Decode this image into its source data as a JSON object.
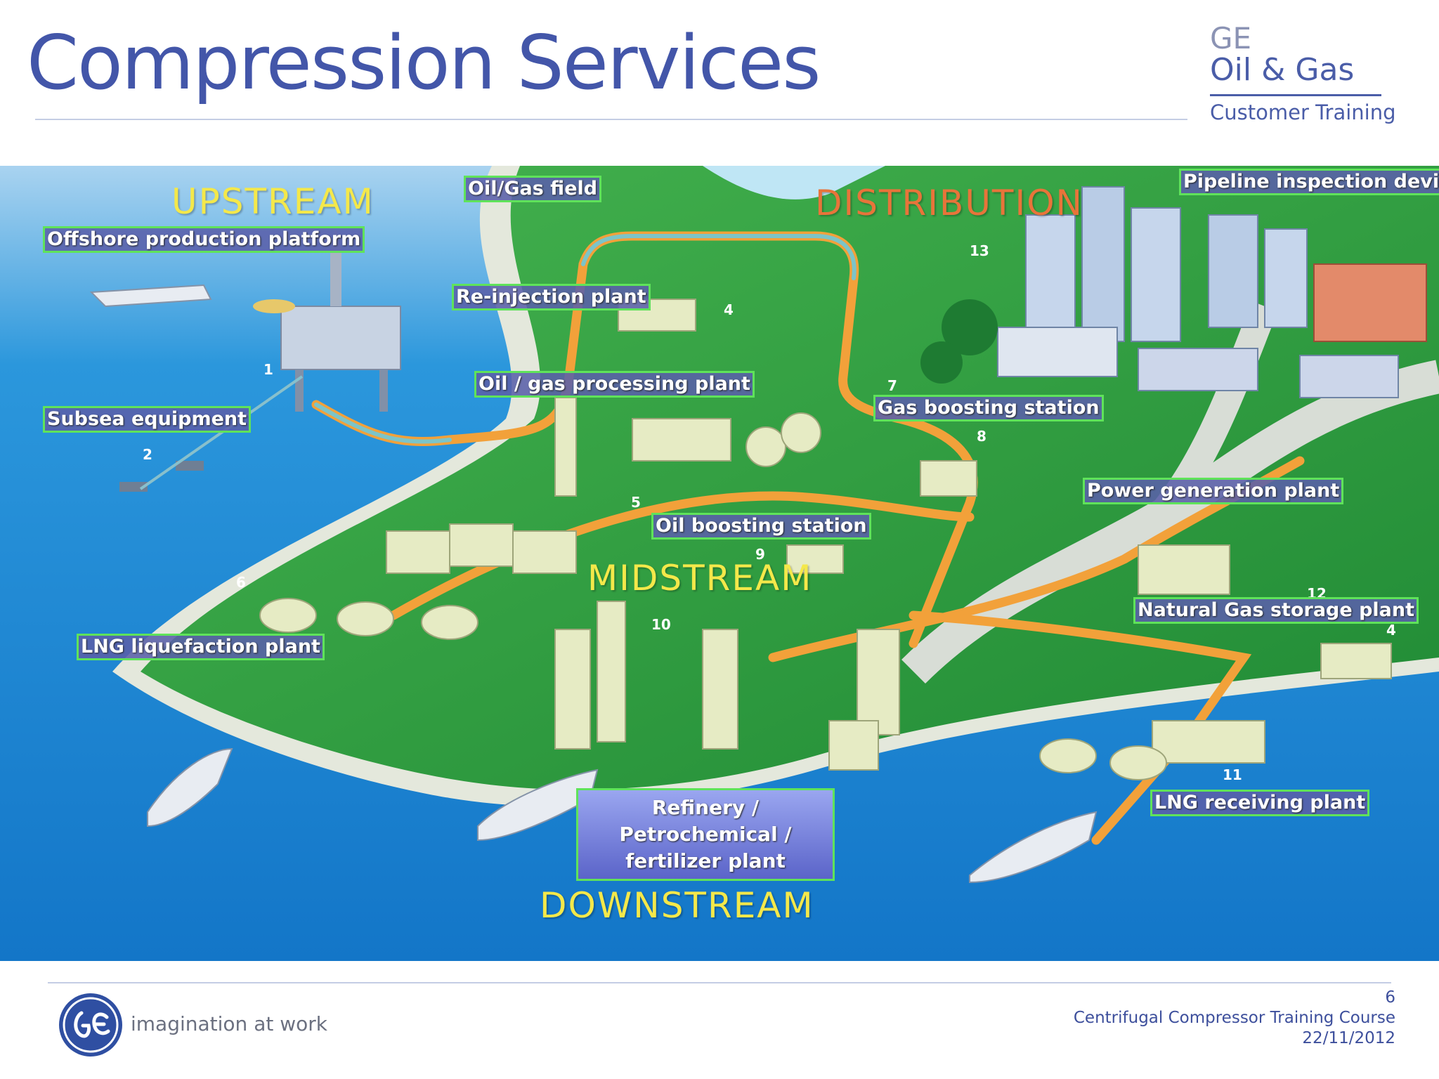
{
  "header": {
    "title": "Compression Services",
    "brand_ge": "GE",
    "brand_division": "Oil & Gas",
    "brand_unit": "Customer Training"
  },
  "zones": {
    "upstream": "UPSTREAM",
    "distribution": "DISTRIBUTION",
    "midstream": "MIDSTREAM",
    "downstream": "DOWNSTREAM"
  },
  "labels": {
    "offshore_platform": "Offshore production platform",
    "oil_gas_field": "Oil/Gas field",
    "pipeline_inspection": "Pipeline inspection device",
    "reinjection_plant": "Re-injection plant",
    "processing_plant": "Oil / gas processing plant",
    "gas_boosting": "Gas boosting station",
    "subsea_equipment": "Subsea equipment",
    "power_generation": "Power generation plant",
    "oil_boosting": "Oil boosting station",
    "ng_storage": "Natural Gas storage plant",
    "lng_liquefaction": "LNG liquefaction plant",
    "refinery": "Refinery / Petrochemical / fertilizer plant",
    "lng_receiving": "LNG receiving plant"
  },
  "map_numbers": [
    "1",
    "2",
    "4",
    "5",
    "6",
    "7",
    "8",
    "9",
    "10",
    "11",
    "12",
    "13",
    "4"
  ],
  "colors": {
    "title_blue": "#4356a9",
    "sea": "#1f8fd8",
    "land": "#2ea043",
    "pipeline": "#f2a13a",
    "zone_upstream": "#f4e84a",
    "zone_distribution": "#e8743a",
    "label_border": "#5fe35a"
  },
  "footer": {
    "page_number": "6",
    "course": "Centrifugal Compressor Training Course",
    "date": "22/11/2012",
    "tagline": "imagination at work",
    "logo": "ge-monogram"
  }
}
